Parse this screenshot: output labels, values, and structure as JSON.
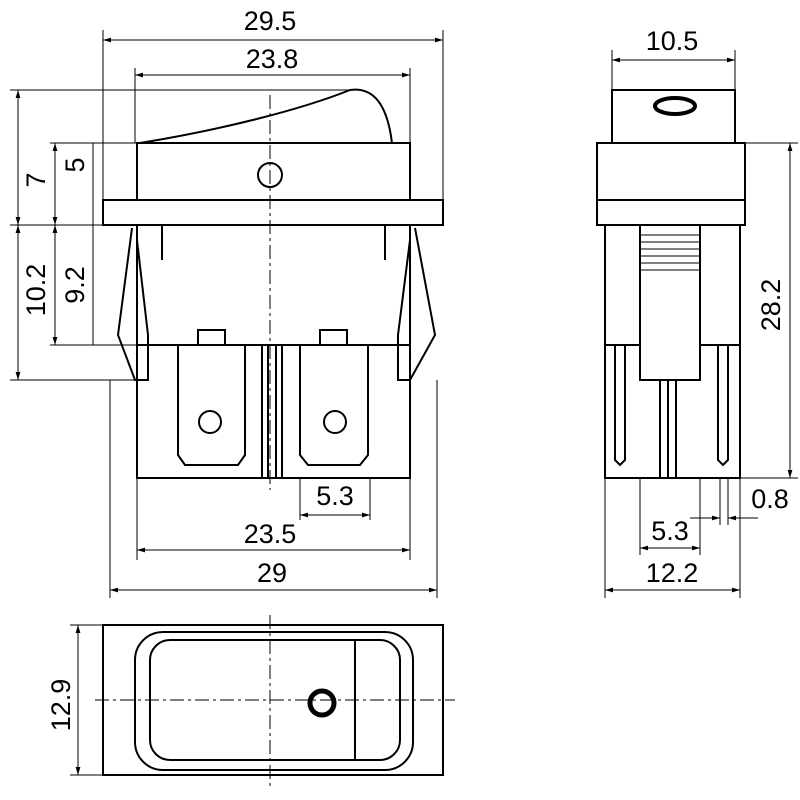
{
  "title": "Rocker switch dimension drawing",
  "front_view": {
    "overall_width_top": "29.5",
    "rocker_width": "23.8",
    "height_above_panel": "7",
    "body_height_above_flange": "5",
    "clip_height": "10.2",
    "body_depth_to_terminals": "9.2",
    "terminal_pitch": "5.3",
    "body_width": "23.5",
    "clip_span": "29"
  },
  "side_view": {
    "cap_width": "10.5",
    "total_depth": "28.2",
    "terminal_thickness": "0.8",
    "terminal_spacing": "5.3",
    "body_depth": "12.2"
  },
  "top_view": {
    "height": "12.9"
  }
}
